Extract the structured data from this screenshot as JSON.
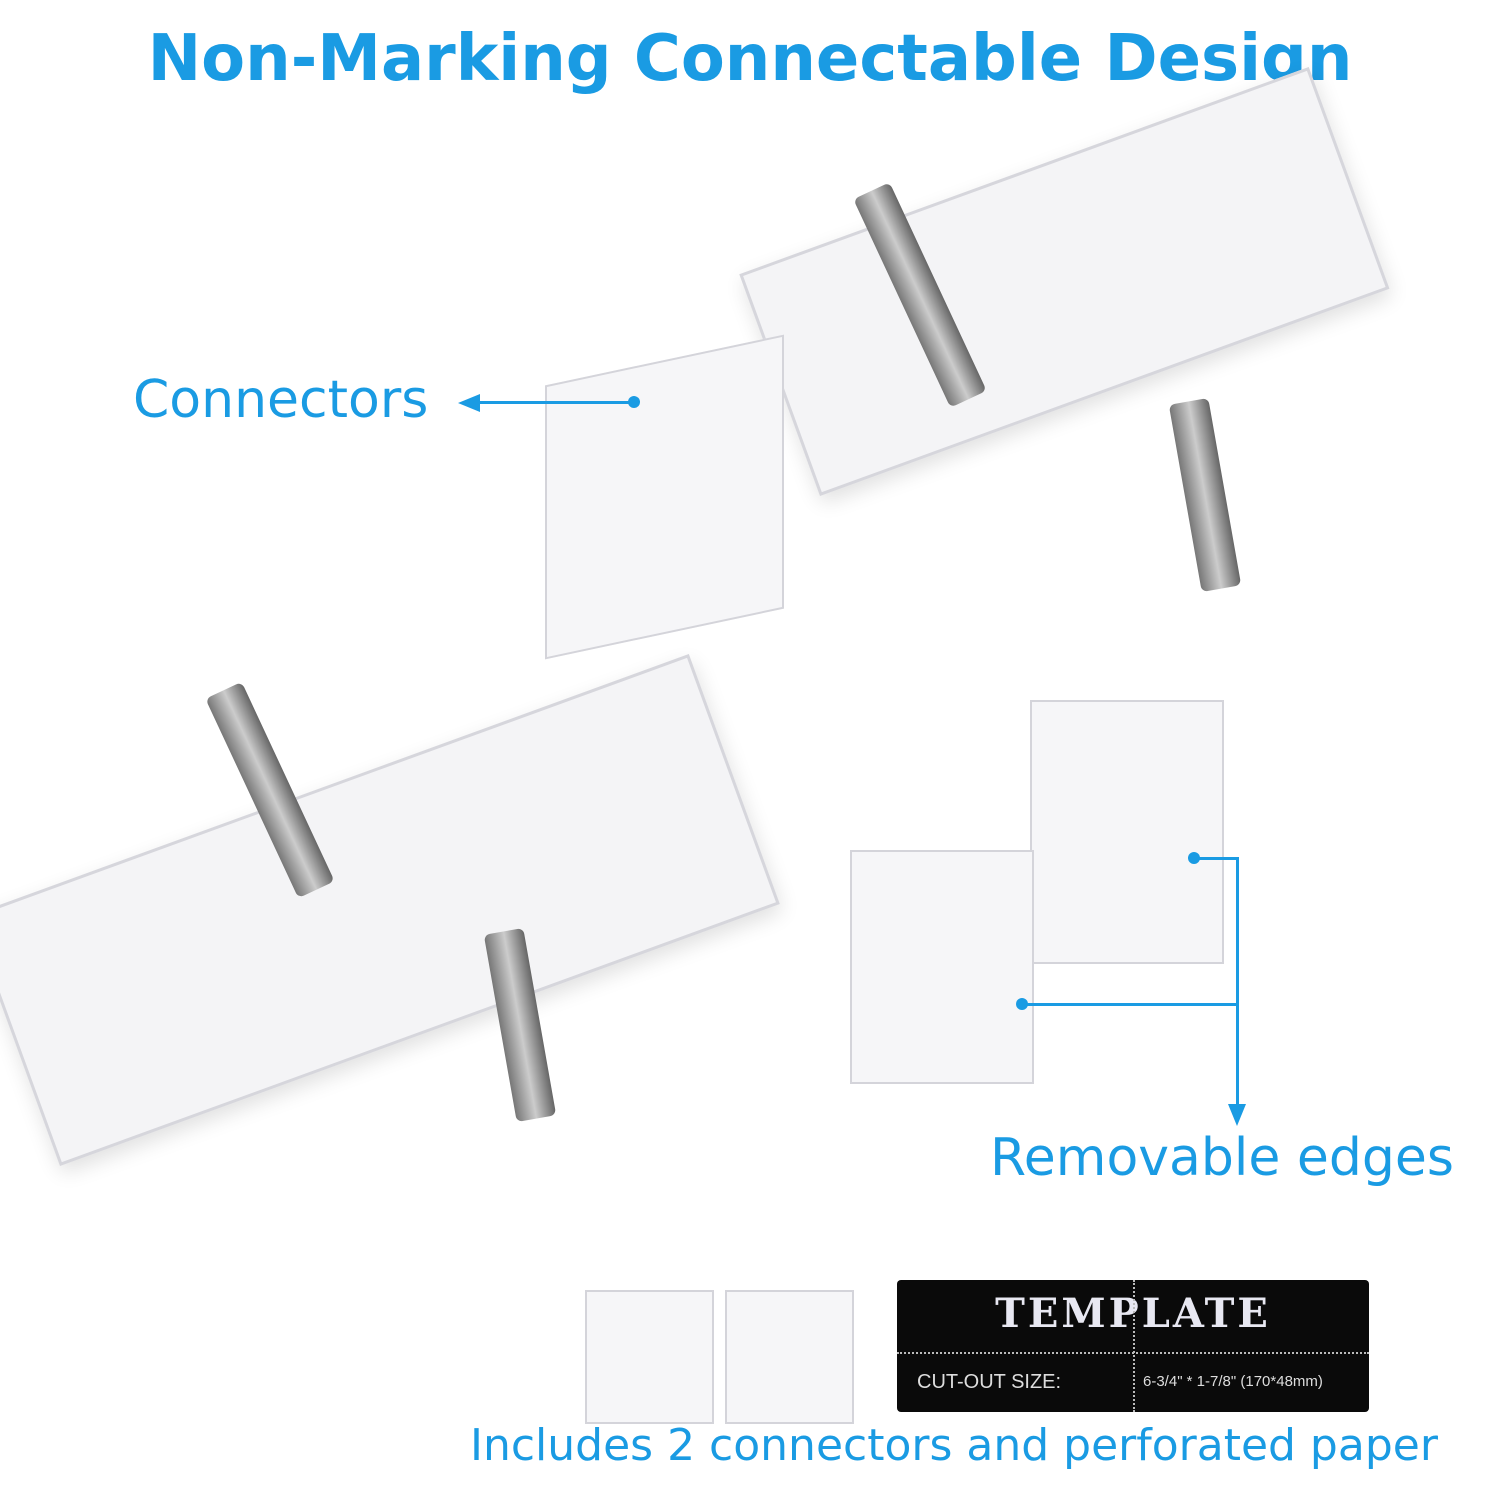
{
  "title": "Non-Marking Connectable Design",
  "labels": {
    "connectors": "Connectors",
    "removable_edges": "Removable edges",
    "includes": "Includes 2 connectors and perforated paper"
  },
  "template": {
    "title": "TEMPLATE",
    "cutout_label": "CUT-OUT SIZE:",
    "cutout_value": "6-3/4\" * 1-7/8\" (170*48mm)"
  },
  "colors": {
    "accent": "#1a9be3"
  }
}
